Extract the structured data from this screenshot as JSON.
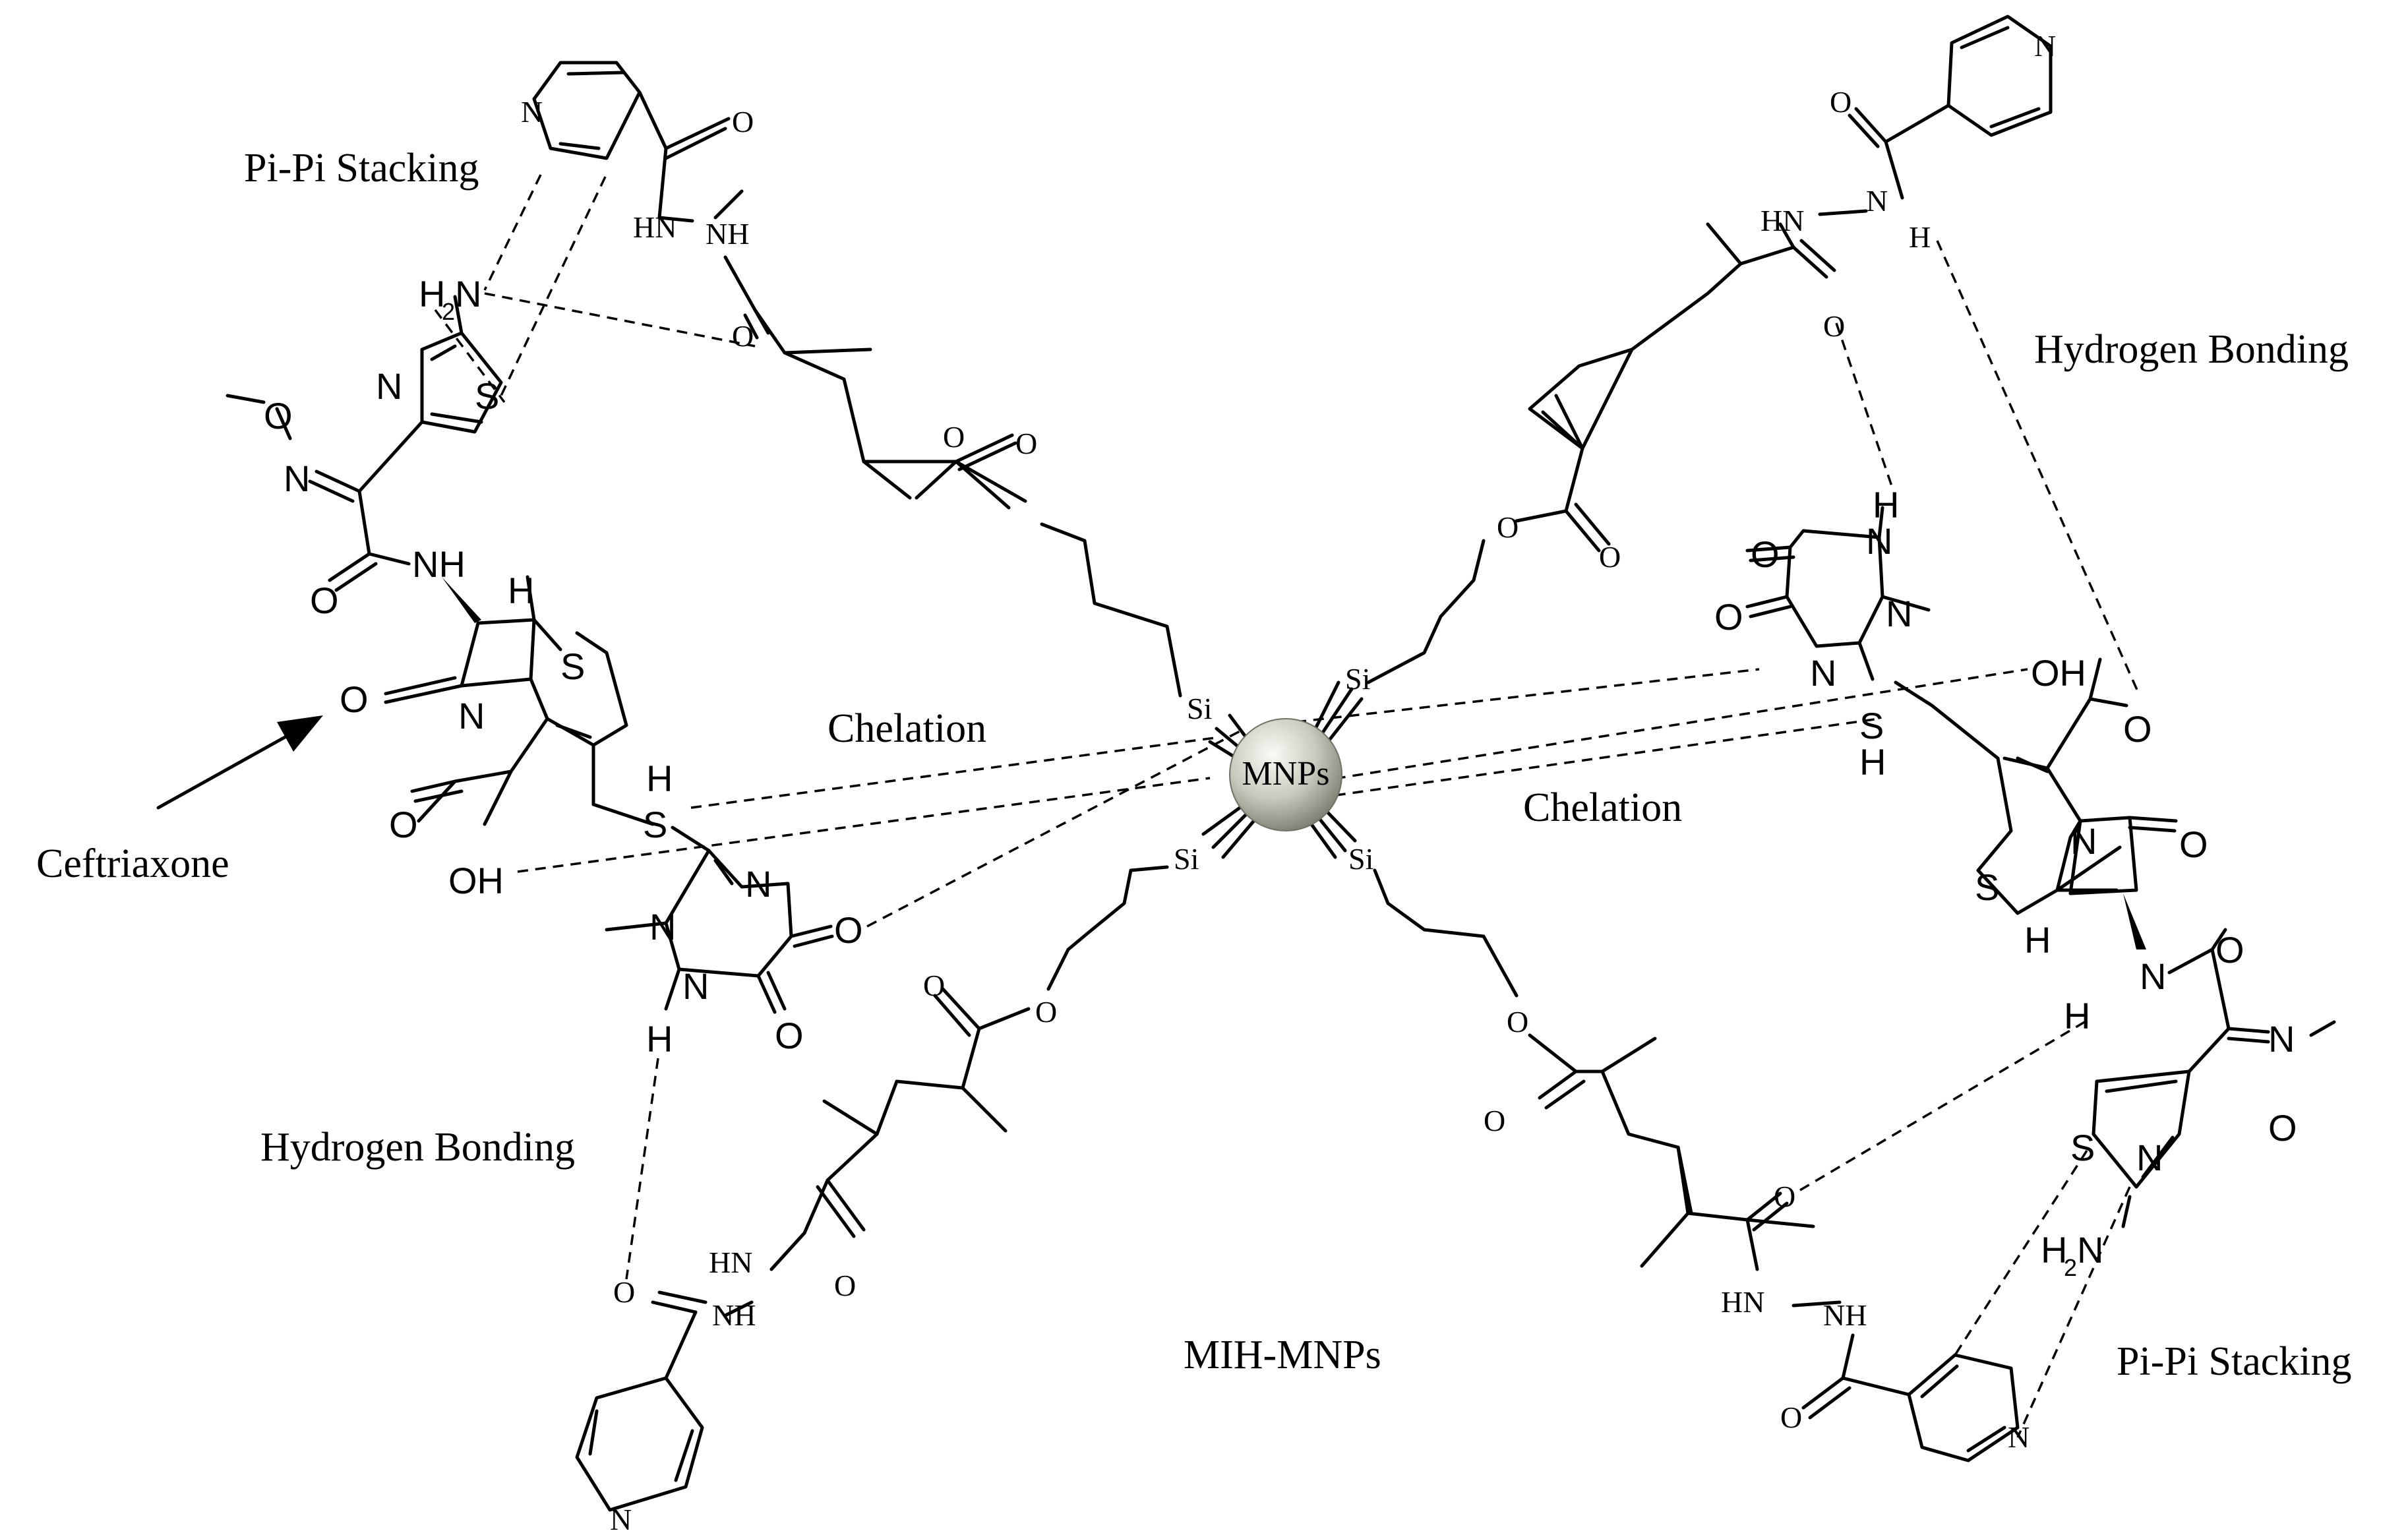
{
  "labels": {
    "pi_stacking_top": "Pi-Pi Stacking",
    "pi_stacking_bottom": "Pi-Pi Stacking",
    "hbond_top": "Hydrogen Bonding",
    "hbond_bottom": "Hydrogen Bonding",
    "chelation_left": "Chelation",
    "chelation_right": "Chelation",
    "ceftriaxone": "Ceftriaxone",
    "mih_mnps": "MIH-MNPs",
    "core": "MNPs"
  },
  "atoms": {
    "N": "N",
    "O": "O",
    "S": "S",
    "H": "H",
    "Si": "Si",
    "HN": "HN",
    "NH": "NH",
    "OH": "OH",
    "H2N_H": "H",
    "H2N_N": "N",
    "sub2": "2"
  },
  "colors": {
    "bond": "#000000",
    "core_light": "#f4f4ee",
    "core_dark": "#8a8d80"
  }
}
